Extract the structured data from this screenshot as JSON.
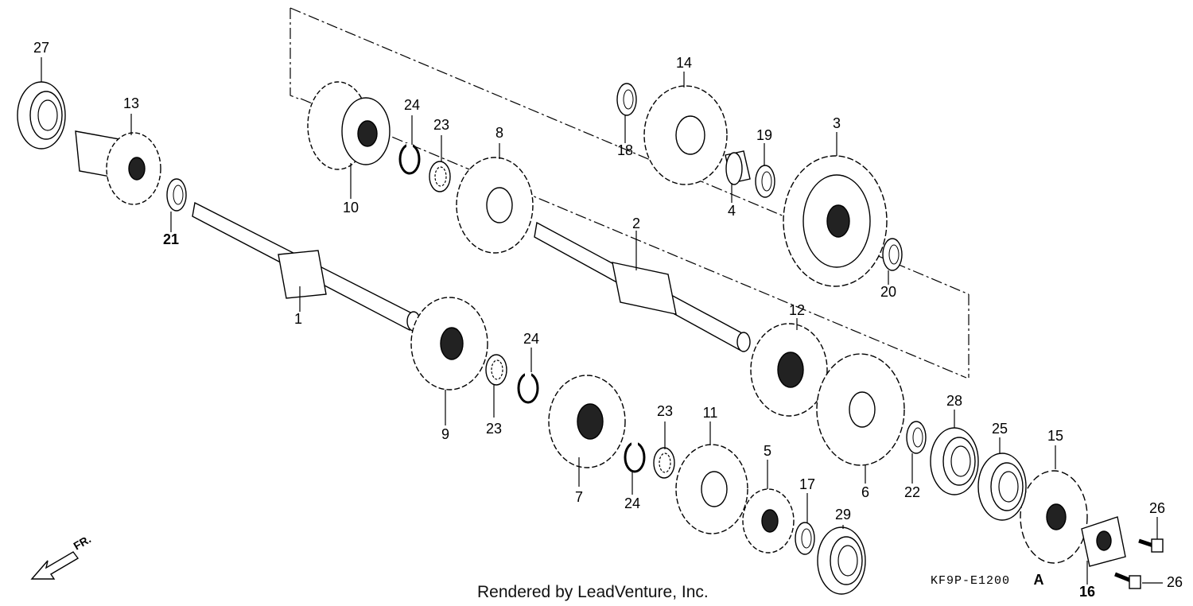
{
  "labels": [
    {
      "id": "1",
      "text": "1"
    },
    {
      "id": "2",
      "text": "2"
    },
    {
      "id": "3",
      "text": "3"
    },
    {
      "id": "4",
      "text": "4"
    },
    {
      "id": "5",
      "text": "5"
    },
    {
      "id": "6",
      "text": "6"
    },
    {
      "id": "7",
      "text": "7"
    },
    {
      "id": "8",
      "text": "8"
    },
    {
      "id": "9",
      "text": "9"
    },
    {
      "id": "10",
      "text": "10"
    },
    {
      "id": "11",
      "text": "11"
    },
    {
      "id": "12",
      "text": "12"
    },
    {
      "id": "13",
      "text": "13"
    },
    {
      "id": "14",
      "text": "14"
    },
    {
      "id": "15",
      "text": "15"
    },
    {
      "id": "16",
      "text": "16"
    },
    {
      "id": "17",
      "text": "17"
    },
    {
      "id": "18",
      "text": "18"
    },
    {
      "id": "19",
      "text": "19"
    },
    {
      "id": "20",
      "text": "20"
    },
    {
      "id": "21",
      "text": "21"
    },
    {
      "id": "22",
      "text": "22"
    },
    {
      "id": "23a",
      "text": "23"
    },
    {
      "id": "23b",
      "text": "23"
    },
    {
      "id": "23c",
      "text": "23"
    },
    {
      "id": "24a",
      "text": "24"
    },
    {
      "id": "24b",
      "text": "24"
    },
    {
      "id": "24c",
      "text": "24"
    },
    {
      "id": "25",
      "text": "25"
    },
    {
      "id": "26a",
      "text": "26"
    },
    {
      "id": "26b",
      "text": "26"
    },
    {
      "id": "27",
      "text": "27"
    },
    {
      "id": "28",
      "text": "28"
    },
    {
      "id": "29",
      "text": "29"
    }
  ],
  "diagram_code": "KF9P-E1200",
  "diagram_suffix": "A",
  "credit": "Rendered by LeadVenture, Inc.",
  "direction_label": "FR."
}
